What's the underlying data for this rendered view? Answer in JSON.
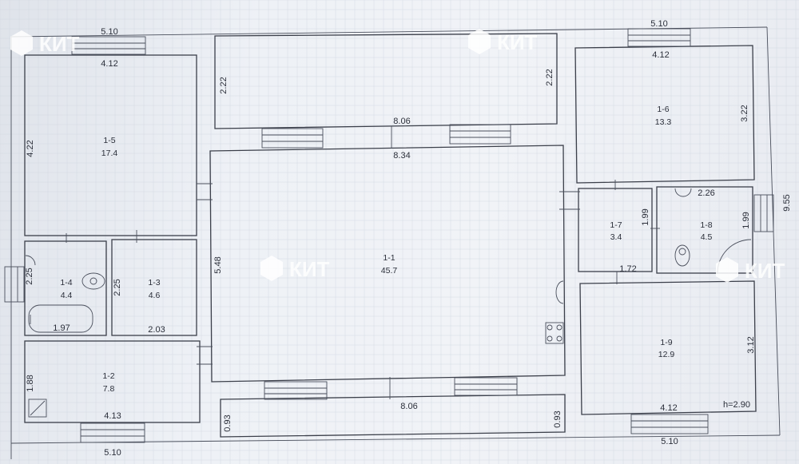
{
  "brand": {
    "watermark": "КИТ"
  },
  "height_note": "h=2.90",
  "rooms": [
    {
      "id": "1-1",
      "area": "45.7"
    },
    {
      "id": "1-2",
      "area": "7.8"
    },
    {
      "id": "1-3",
      "area": "4.6"
    },
    {
      "id": "1-4",
      "area": "4.4"
    },
    {
      "id": "1-5",
      "area": "17.4"
    },
    {
      "id": "1-6",
      "area": "13.3"
    },
    {
      "id": "1-7",
      "area": "3.4"
    },
    {
      "id": "1-8",
      "area": "4.5"
    },
    {
      "id": "1-9",
      "area": "12.9"
    }
  ],
  "dimensions": {
    "top_left_outer": "5.10",
    "top_left_inner": "4.12",
    "top_right_outer": "5.10",
    "top_right_inner": "4.12",
    "left_room_height": "4.22",
    "terrace_top_left": "2.22",
    "terrace_top_right": "2.22",
    "hall_top_outer": "8.06",
    "hall_top_inner": "8.34",
    "hall_height": "5.48",
    "room16_height": "3.22",
    "right_total": "9.55",
    "room14_height": "2.25",
    "room14_width": "1.97",
    "room13_height": "2.25",
    "room13_width": "2.03",
    "room12_height": "1.88",
    "room12_width": "4.13",
    "bottom_left_outer": "5.10",
    "room17_height": "1.99",
    "room17_width": "1.72",
    "room18_width": "2.26",
    "room18_height": "1.99",
    "room19_height": "3.12",
    "room19_width": "4.12",
    "bottom_right_outer": "5.10",
    "hall_bottom": "8.06",
    "terrace_bottom_left": "0.93",
    "terrace_bottom_right": "0.93"
  }
}
